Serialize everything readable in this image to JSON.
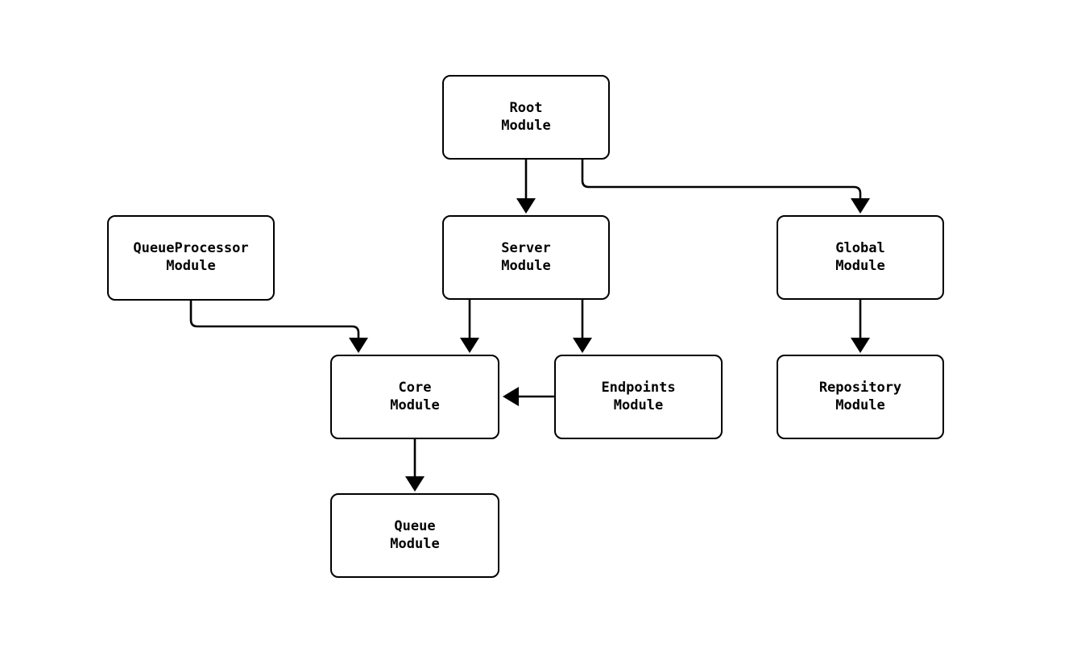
{
  "diagram": {
    "type": "flowchart",
    "background_color": "#ffffff",
    "node_fill_color": "#ffffff",
    "node_border_color": "#000000",
    "edge_color": "#000000",
    "text_color": "#000000",
    "nodes": [
      {
        "id": "root",
        "label": "Root\nModule"
      },
      {
        "id": "server",
        "label": "Server\nModule"
      },
      {
        "id": "queueprocessor",
        "label": "QueueProcessor\nModule"
      },
      {
        "id": "global",
        "label": "Global\nModule"
      },
      {
        "id": "core",
        "label": "Core\nModule"
      },
      {
        "id": "endpoints",
        "label": "Endpoints\nModule"
      },
      {
        "id": "repository",
        "label": "Repository\nModule"
      },
      {
        "id": "queue",
        "label": "Queue\nModule"
      }
    ],
    "edges": [
      {
        "from": "Root Module",
        "to": "Server Module"
      },
      {
        "from": "Root Module",
        "to": "Global Module"
      },
      {
        "from": "QueueProcessor Module",
        "to": "Core Module"
      },
      {
        "from": "Server Module",
        "to": "Core Module"
      },
      {
        "from": "Server Module",
        "to": "Endpoints Module"
      },
      {
        "from": "Endpoints Module",
        "to": "Core Module"
      },
      {
        "from": "Global Module",
        "to": "Repository Module"
      },
      {
        "from": "Core Module",
        "to": "Queue Module"
      }
    ]
  }
}
